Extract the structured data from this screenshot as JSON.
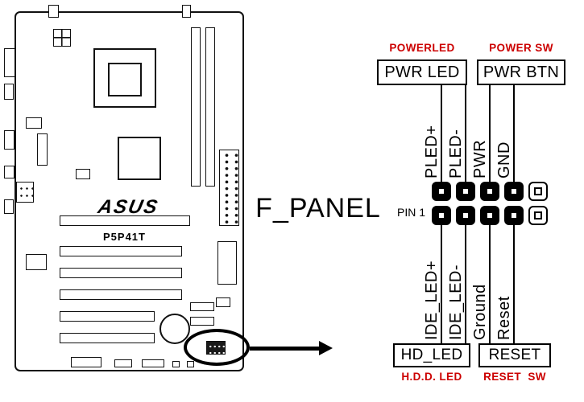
{
  "title": "F_PANEL",
  "pin1_label": "PIN 1",
  "board": {
    "brand": "ASUS",
    "model": "P5P41T"
  },
  "power_led": {
    "heading": "POWERLED",
    "box": "PWR LED",
    "pins": [
      "PLED+",
      "PLED-"
    ]
  },
  "power_sw": {
    "heading": "POWER SW",
    "box": "PWR BTN",
    "pins": [
      "PWR",
      "GND"
    ]
  },
  "hdd_led": {
    "heading": "H.D.D. LED",
    "box": "HD_LED",
    "pins": [
      "IDE_LED+",
      "IDE_LED-"
    ]
  },
  "reset_sw": {
    "heading": "RESET  SW",
    "box": "RESET",
    "pins": [
      "Ground",
      "Reset"
    ]
  },
  "connector": {
    "rows": 2,
    "cols": 5,
    "key_column": 5
  },
  "colors": {
    "red": "#cc0000",
    "black": "#000000"
  }
}
